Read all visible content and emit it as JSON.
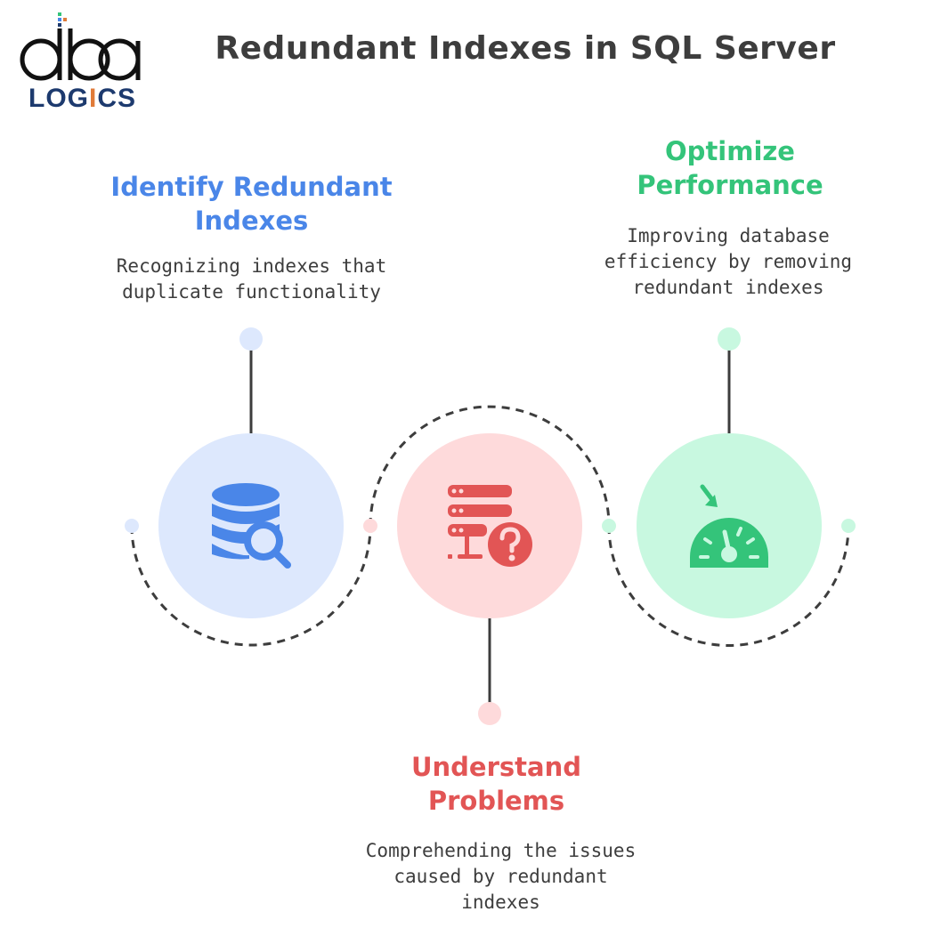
{
  "title": "Redundant Indexes in SQL Server",
  "logo": {
    "wordmark_top": "dba",
    "wordmark_bottom": "LOGICS",
    "highlight_letter_color": "#e07b39"
  },
  "steps": [
    {
      "heading": "Identify Redundant Indexes",
      "description": "Recognizing indexes that duplicate functionality",
      "icon": "database-search-icon",
      "color": "#4a86e8",
      "fill": "#dde8fd"
    },
    {
      "heading": "Understand Problems",
      "description": "Comprehending the issues caused by redundant indexes",
      "icon": "server-question-icon",
      "color": "#e25555",
      "fill": "#fedadb"
    },
    {
      "heading": "Optimize Performance",
      "description": "Improving database efficiency by removing redundant indexes",
      "icon": "speedometer-icon",
      "color": "#34c47a",
      "fill": "#c8f8e0"
    }
  ],
  "colors": {
    "title": "#3d3d3d",
    "connector": "#3d3d3d",
    "logo_navy": "#1d3a6e"
  }
}
